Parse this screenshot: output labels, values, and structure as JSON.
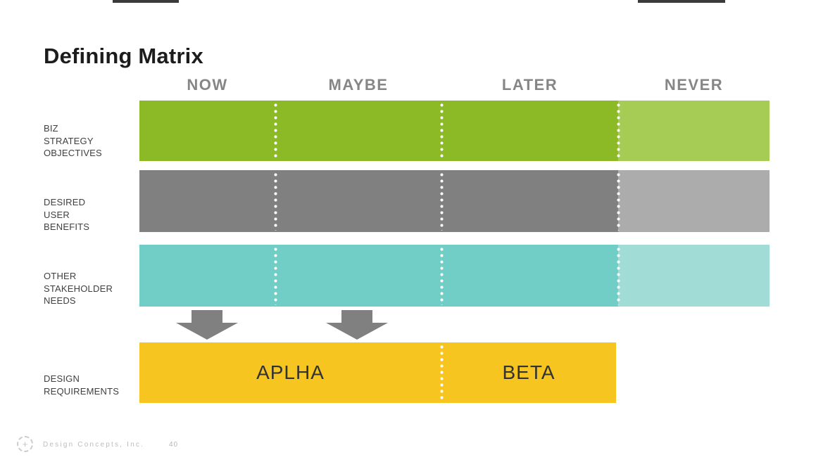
{
  "slide": {
    "title": "Defining Matrix",
    "footer_brand": "Design Concepts, Inc.",
    "page_number": "40",
    "logo_glyph": "+"
  },
  "matrix": {
    "header_color": "#868686",
    "arrow_color": "#808080",
    "columns": [
      "NOW",
      "MAYBE",
      "LATER",
      "NEVER"
    ],
    "rows": [
      {
        "label": "BIZ\nSTRATEGY\nOBJECTIVES",
        "color_main": "#8cba26",
        "color_never": "#a6cc55"
      },
      {
        "label": "DESIRED\nUSER\nBENEFITS",
        "color_main": "#808080",
        "color_never": "#acacac"
      },
      {
        "label": "OTHER\nSTAKEHOLDER\nNEEDS",
        "color_main": "#70cec7",
        "color_never": "#a2dcd7"
      }
    ],
    "design_row": {
      "label": "DESIGN\nREQUIREMENTS",
      "color": "#f6c51f",
      "segments": [
        "APLHA",
        "BETA"
      ]
    }
  }
}
